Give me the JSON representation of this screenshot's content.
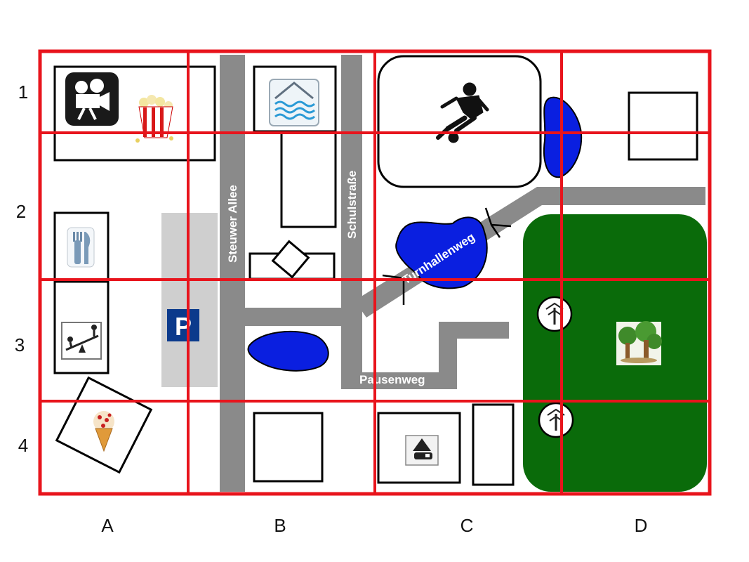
{
  "map": {
    "columns": [
      "A",
      "B",
      "C",
      "D"
    ],
    "rows": [
      "1",
      "2",
      "3",
      "4"
    ],
    "streets": {
      "steuwer": "Steuwer Allee",
      "schul": "Schulstraße",
      "turnhallen": "Turnhallenweg",
      "pausen": "Pausenweg"
    },
    "icons": {
      "cinema": "movie-camera-icon",
      "popcorn": "popcorn-icon",
      "pool": "swimming-pool-icon",
      "soccer": "soccer-player-icon",
      "restaurant": "fork-knife-icon",
      "playground": "seesaw-icon",
      "parking": "parking-icon",
      "ice_cream": "ice-cream-icon",
      "camping": "camping-icon",
      "forest": "trees-icon",
      "tree": "tree-icon"
    },
    "parking_letter": "P",
    "colors": {
      "grid": "#e8141c",
      "road": "#8a8a8a",
      "parking_lot": "#cfcfcf",
      "water": "#0a1fe0",
      "park": "#0a6b0a",
      "parking_sign": "#0b3a8c"
    }
  }
}
